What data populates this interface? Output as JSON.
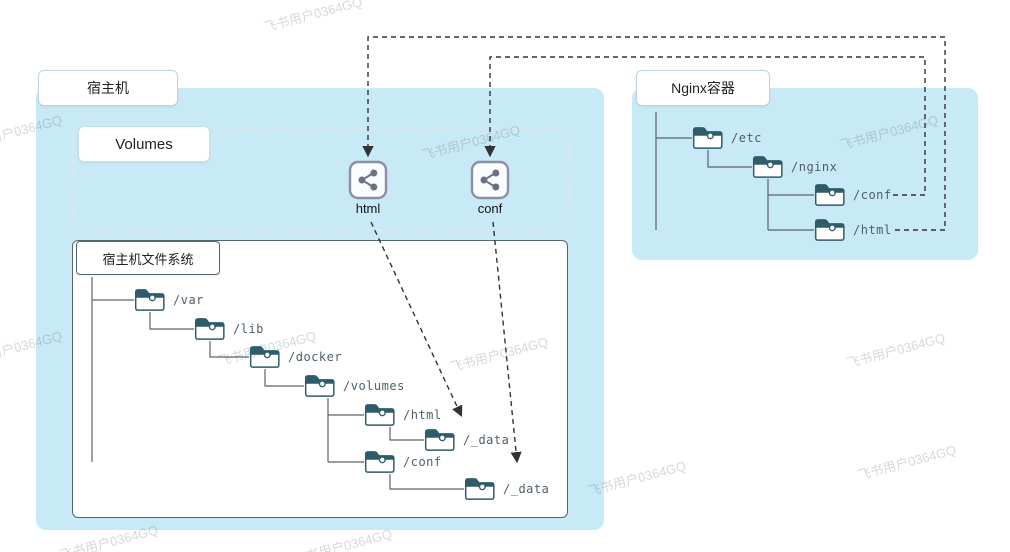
{
  "watermark": {
    "text": "飞书用户0364GQ"
  },
  "host": {
    "label": "宿主机",
    "volumes": {
      "label": "Volumes",
      "items": [
        {
          "name": "html"
        },
        {
          "name": "conf"
        }
      ]
    },
    "filesystem": {
      "label": "宿主机文件系统",
      "folders": [
        "/var",
        "/lib",
        "/docker",
        "/volumes",
        "/html",
        "/_data",
        "/conf",
        "/_data"
      ]
    }
  },
  "nginx": {
    "label": "Nginx容器",
    "folders": [
      "/etc",
      "/nginx",
      "/conf",
      "/html"
    ]
  },
  "icons": {
    "volume": "share-nodes-icon",
    "folder": "folder-icon"
  },
  "colors": {
    "container_fill": "#c8e9f6",
    "folder_accent": "#2e5c68",
    "arrow": "#333333",
    "volume_icon": "#6e6e85",
    "tree_line": "#5a646b"
  }
}
